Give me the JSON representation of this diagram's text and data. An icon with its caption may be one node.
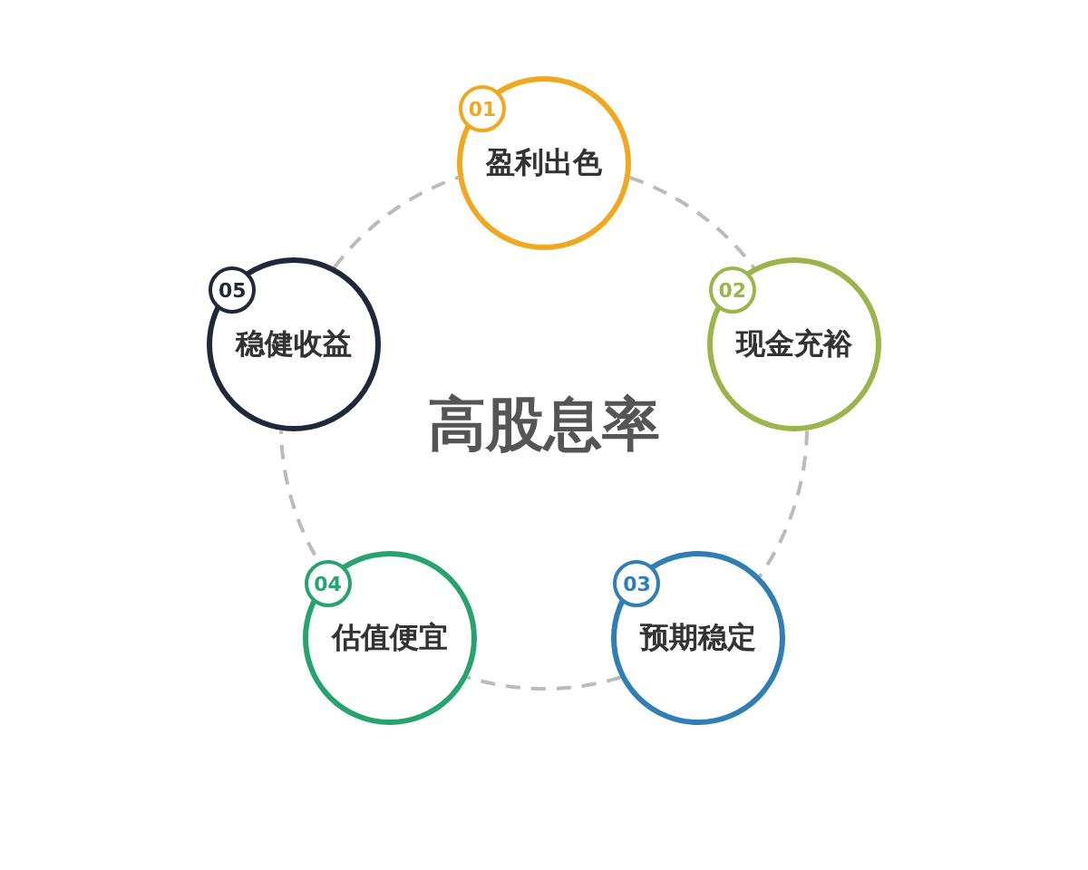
{
  "diagram": {
    "nodes": [
      {
        "text": [
          "01",
          "盈利出色"
        ]
      },
      {
        "text": [
          "02",
          "现金充裕"
        ]
      },
      {
        "text": [
          "03",
          "预期稳定"
        ]
      },
      {
        "text": [
          "04",
          "估值便宜"
        ]
      },
      {
        "text": [
          "05",
          "稳健收益"
        ]
      }
    ],
    "edges": [
      {
        "from": 0,
        "to": 1,
        "arrow": "none",
        "style": "dashed"
      },
      {
        "from": 1,
        "to": 2,
        "arrow": "none",
        "style": "dashed"
      },
      {
        "from": 2,
        "to": 3,
        "arrow": "none",
        "style": "dashed"
      },
      {
        "from": 3,
        "to": 4,
        "arrow": "none",
        "style": "dashed"
      },
      {
        "from": 4,
        "to": 0,
        "arrow": "none",
        "style": "dashed"
      }
    ],
    "labels": [
      "高股息率"
    ]
  }
}
